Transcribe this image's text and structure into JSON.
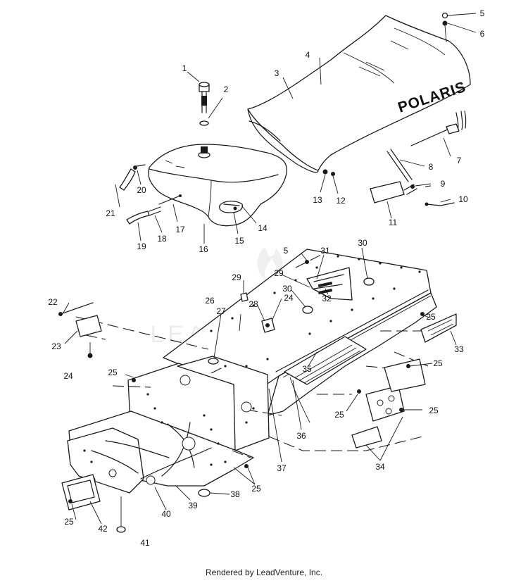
{
  "callouts": {
    "n1": "1",
    "n2": "2",
    "n3": "3",
    "n4": "4",
    "n5": "5",
    "n5b": "5",
    "n6": "6",
    "n7": "7",
    "n8": "8",
    "n9": "9",
    "n10": "10",
    "n11": "11",
    "n12": "12",
    "n13": "13",
    "n14": "14",
    "n15": "15",
    "n16": "16",
    "n17": "17",
    "n18": "18",
    "n19": "19",
    "n20": "20",
    "n21": "21",
    "n22": "22",
    "n23": "23",
    "n24a": "24",
    "n24b": "24",
    "n25a": "25",
    "n25b": "25",
    "n25c": "25",
    "n25d": "25",
    "n25e": "25",
    "n25f": "25",
    "n25g": "25",
    "n26": "26",
    "n27": "27",
    "n28": "28",
    "n29a": "29",
    "n29b": "29",
    "n30a": "30",
    "n30b": "30",
    "n31": "31",
    "n32": "32",
    "n33": "33",
    "n34": "34",
    "n35": "35",
    "n36": "36",
    "n37": "37",
    "n38": "38",
    "n39": "39",
    "n40": "40",
    "n41": "41",
    "n42": "42"
  },
  "seat_logo": "POLARIS",
  "watermark": "LEADVENTURE",
  "footer": "Rendered by LeadVenture, Inc."
}
